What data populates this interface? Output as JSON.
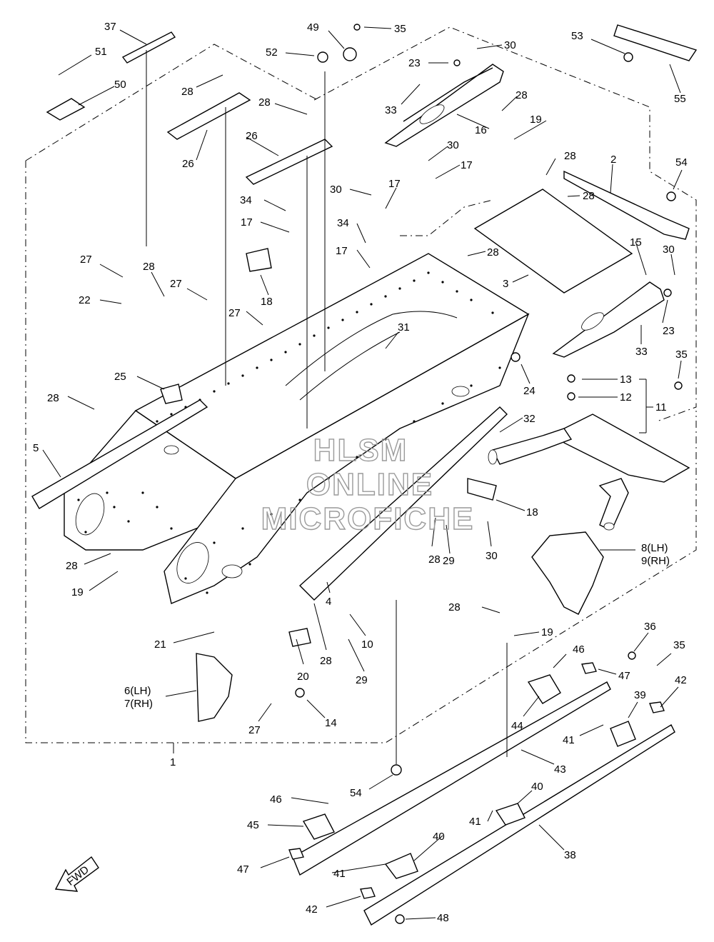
{
  "watermark": {
    "line1": "HLSM",
    "line2": "ONLINE",
    "line3": "MICROFICHE"
  },
  "fwd_label": "FWD",
  "callouts": [
    {
      "id": "c37",
      "text": "37"
    },
    {
      "id": "c51",
      "text": "51"
    },
    {
      "id": "c50",
      "text": "50"
    },
    {
      "id": "c28a",
      "text": "28"
    },
    {
      "id": "c26a",
      "text": "26"
    },
    {
      "id": "c28b",
      "text": "28"
    },
    {
      "id": "c26b",
      "text": "26"
    },
    {
      "id": "c49",
      "text": "49"
    },
    {
      "id": "c52",
      "text": "52"
    },
    {
      "id": "c35a",
      "text": "35"
    },
    {
      "id": "c30a",
      "text": "30"
    },
    {
      "id": "c23a",
      "text": "23"
    },
    {
      "id": "c33a",
      "text": "33"
    },
    {
      "id": "c16",
      "text": "16"
    },
    {
      "id": "c28c",
      "text": "28"
    },
    {
      "id": "c19a",
      "text": "19"
    },
    {
      "id": "c53",
      "text": "53"
    },
    {
      "id": "c55",
      "text": "55"
    },
    {
      "id": "c30b",
      "text": "30"
    },
    {
      "id": "c17a",
      "text": "17"
    },
    {
      "id": "c30c",
      "text": "30"
    },
    {
      "id": "c17b",
      "text": "17"
    },
    {
      "id": "c34a",
      "text": "34"
    },
    {
      "id": "c17c",
      "text": "17"
    },
    {
      "id": "c34b",
      "text": "34"
    },
    {
      "id": "c17d",
      "text": "17"
    },
    {
      "id": "c28d",
      "text": "28"
    },
    {
      "id": "c28e",
      "text": "28"
    },
    {
      "id": "c2",
      "text": "2"
    },
    {
      "id": "c54a",
      "text": "54"
    },
    {
      "id": "c28f",
      "text": "28"
    },
    {
      "id": "c15",
      "text": "15"
    },
    {
      "id": "c30d",
      "text": "30"
    },
    {
      "id": "c3",
      "text": "3"
    },
    {
      "id": "c23b",
      "text": "23"
    },
    {
      "id": "c33b",
      "text": "33"
    },
    {
      "id": "c35b",
      "text": "35"
    },
    {
      "id": "c27a",
      "text": "27"
    },
    {
      "id": "c28g",
      "text": "28"
    },
    {
      "id": "c22",
      "text": "22"
    },
    {
      "id": "c27b",
      "text": "27"
    },
    {
      "id": "c27c",
      "text": "27"
    },
    {
      "id": "c18a",
      "text": "18"
    },
    {
      "id": "c31",
      "text": "31"
    },
    {
      "id": "c24",
      "text": "24"
    },
    {
      "id": "c13",
      "text": "13"
    },
    {
      "id": "c12",
      "text": "12"
    },
    {
      "id": "c11",
      "text": "11"
    },
    {
      "id": "c25",
      "text": "25"
    },
    {
      "id": "c28h",
      "text": "28"
    },
    {
      "id": "c5",
      "text": "5"
    },
    {
      "id": "c32",
      "text": "32"
    },
    {
      "id": "c18b",
      "text": "18"
    },
    {
      "id": "c28i",
      "text": "28"
    },
    {
      "id": "c29a",
      "text": "29"
    },
    {
      "id": "c30e",
      "text": "30"
    },
    {
      "id": "c8",
      "text": "8(LH)"
    },
    {
      "id": "c9",
      "text": "9(RH)"
    },
    {
      "id": "c28j",
      "text": "28"
    },
    {
      "id": "c19b",
      "text": "19"
    },
    {
      "id": "c4",
      "text": "4"
    },
    {
      "id": "c28k",
      "text": "28"
    },
    {
      "id": "c10",
      "text": "10"
    },
    {
      "id": "c19c",
      "text": "19"
    },
    {
      "id": "c36",
      "text": "36"
    },
    {
      "id": "c35c",
      "text": "35"
    },
    {
      "id": "c21",
      "text": "21"
    },
    {
      "id": "c20",
      "text": "20"
    },
    {
      "id": "c28l",
      "text": "28"
    },
    {
      "id": "c29b",
      "text": "29"
    },
    {
      "id": "c46a",
      "text": "46"
    },
    {
      "id": "c47a",
      "text": "47"
    },
    {
      "id": "c42a",
      "text": "42"
    },
    {
      "id": "c39",
      "text": "39"
    },
    {
      "id": "c6",
      "text": "6(LH)"
    },
    {
      "id": "c7",
      "text": "7(RH)"
    },
    {
      "id": "c44",
      "text": "44"
    },
    {
      "id": "c41a",
      "text": "41"
    },
    {
      "id": "c27d",
      "text": "27"
    },
    {
      "id": "c14",
      "text": "14"
    },
    {
      "id": "c1",
      "text": "1"
    },
    {
      "id": "c43",
      "text": "43"
    },
    {
      "id": "c54b",
      "text": "54"
    },
    {
      "id": "c46b",
      "text": "46"
    },
    {
      "id": "c40a",
      "text": "40"
    },
    {
      "id": "c45",
      "text": "45"
    },
    {
      "id": "c41b",
      "text": "41"
    },
    {
      "id": "c38",
      "text": "38"
    },
    {
      "id": "c40b",
      "text": "40"
    },
    {
      "id": "c47b",
      "text": "47"
    },
    {
      "id": "c41c",
      "text": "41"
    },
    {
      "id": "c42b",
      "text": "42"
    },
    {
      "id": "c48",
      "text": "48"
    }
  ]
}
